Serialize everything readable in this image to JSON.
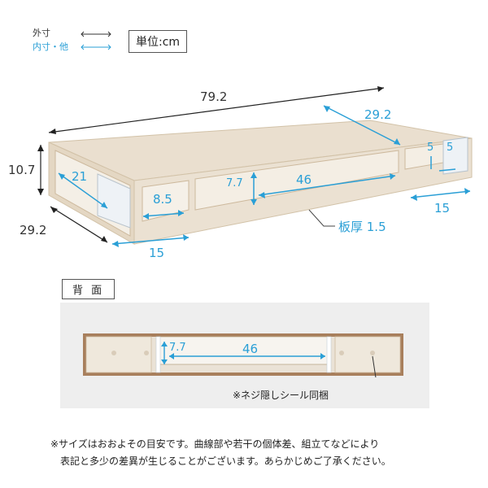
{
  "legend": {
    "outer_label": "外寸",
    "inner_label": "内寸・他"
  },
  "unit": "単位:cm",
  "dimensions": {
    "width": "79.2",
    "depth_top": "29.2",
    "height": "10.7",
    "depth_side": "29.2",
    "inner_depth_left": "21",
    "inner_opening_small": "8.5",
    "inner_opening_height": "7.7",
    "inner_opening_width": "46",
    "leg_5a": "5",
    "leg_5b": "5",
    "leg_15_left": "15",
    "leg_15_right": "15",
    "board_thickness": "板厚 1.5"
  },
  "back_view": {
    "title": "背 面",
    "opening_height": "7.7",
    "opening_width": "46",
    "screw_note": "※ネジ隠しシール同梱"
  },
  "notes": [
    "※サイズはおおよその目安です。曲線部や若干の個体差、組立てなどにより",
    "表記と多少の差異が生じることがございます。あらかじめご了承ください。"
  ],
  "colors": {
    "wood_top": "#e9dccb",
    "wood_edge": "#d8c6ad",
    "back_wood": "#a87f5c",
    "accent_blue": "#2a9fd6"
  }
}
